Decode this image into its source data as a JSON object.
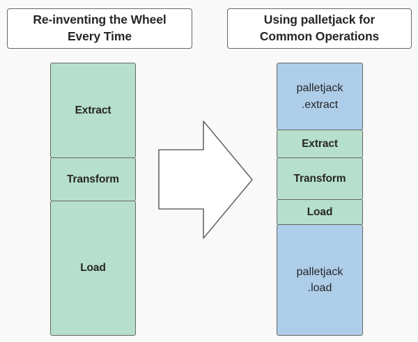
{
  "diagram": {
    "title_left": "Re-inventing the Wheel Every Time",
    "title_right": "Using palletjack for Common Operations",
    "colors": {
      "background": "#f9f9f9",
      "green_fill": "#b6dfcd",
      "blue_fill": "#aecde9",
      "border": "#666666",
      "text": "#262626",
      "arrow_fill": "#ffffff"
    }
  },
  "header_left": {
    "line1": "Re-inventing the Wheel",
    "line2": "Every Time"
  },
  "header_right": {
    "line1": "Using palletjack for",
    "line2": "Common Operations"
  },
  "left_column": {
    "blocks": [
      {
        "label": "Extract",
        "fill": "green"
      },
      {
        "label": "Transform",
        "fill": "green"
      },
      {
        "label": "Load",
        "fill": "green"
      }
    ]
  },
  "right_column": {
    "blocks": [
      {
        "line1": "palletjack",
        "line2": ".extract",
        "fill": "blue"
      },
      {
        "label": "Extract",
        "fill": "green"
      },
      {
        "label": "Transform",
        "fill": "green"
      },
      {
        "label": "Load",
        "fill": "green"
      },
      {
        "line1": "palletjack",
        "line2": ".load",
        "fill": "blue"
      }
    ]
  },
  "arrow": {
    "name": "right-block-arrow",
    "direction": "right"
  }
}
